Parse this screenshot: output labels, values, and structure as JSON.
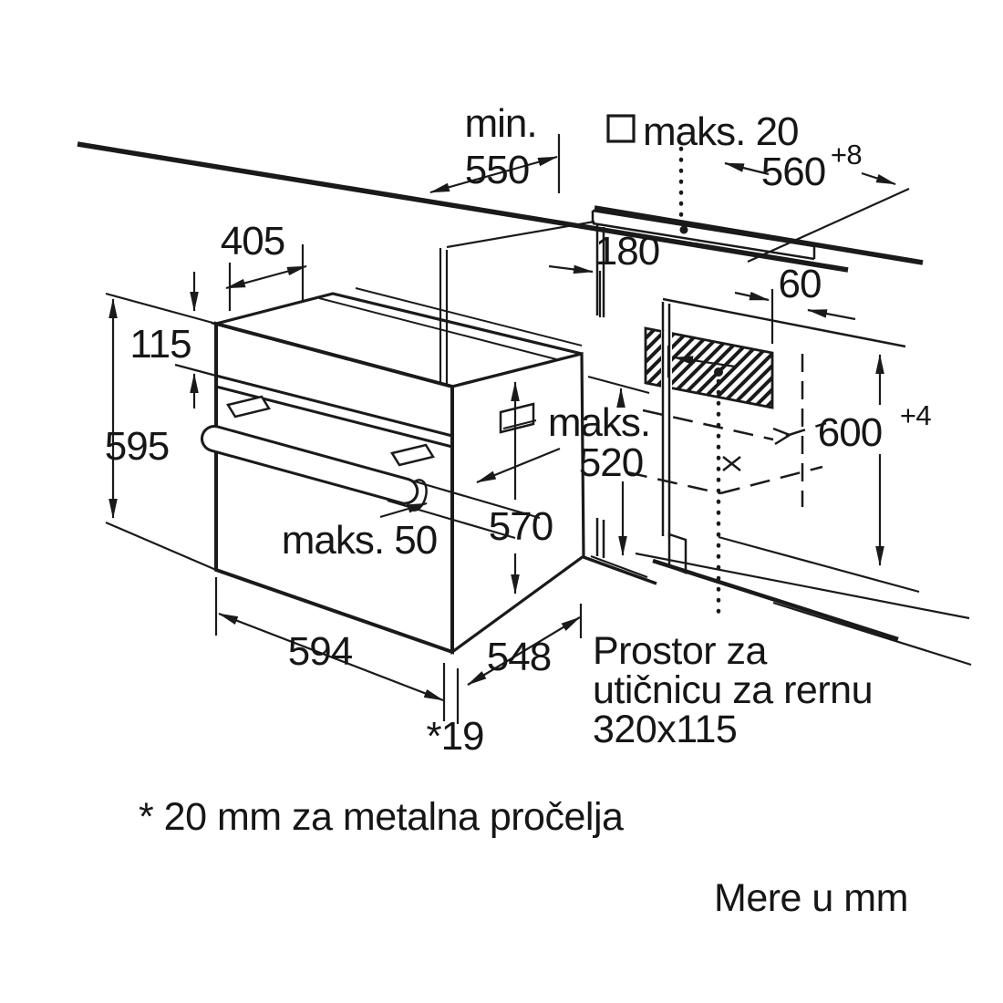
{
  "figure": {
    "background": "#ffffff",
    "line_color": "#1a1a1a",
    "caption_units": "Mere u mm",
    "footnote": "* 20 mm za metalna pročelja",
    "socket_note": {
      "line1": "Prostor za",
      "line2": "utičnicu za rernu",
      "line3": "320x115"
    }
  },
  "dims": {
    "min550_label": "min.",
    "min550_value": "550",
    "maks20": "maks. 20",
    "w560": "560",
    "w560_tol": "+8",
    "d405": "405",
    "h115": "115",
    "h595": "595",
    "d180": "180",
    "d60": "60",
    "h600": "600",
    "h600_tol": "+4",
    "maks520_label": "maks.",
    "maks520_value": "520",
    "h570": "570",
    "maks50": "maks. 50",
    "w594": "594",
    "d548": "548",
    "t19": "*19"
  }
}
